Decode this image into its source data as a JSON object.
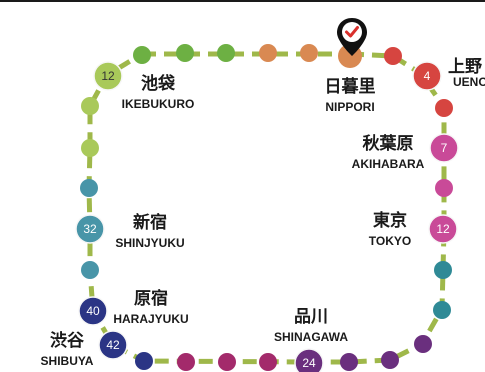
{
  "title": "",
  "colors": {
    "track": "#9fb84a",
    "segments": {
      "light_green": "#a9c95a",
      "green": "#6db043",
      "teal": "#4895a8",
      "navy": "#2b3585",
      "purple": "#6a2f7e",
      "crimson": "#a32a6b",
      "magenta": "#c94a98",
      "red": "#d64540",
      "orange": "#d98952"
    }
  },
  "stations": [
    {
      "jp": "上野",
      "en": "UENO",
      "number": "4"
    },
    {
      "jp": "秋葉原",
      "en": "AKIHABARA",
      "number": "7"
    },
    {
      "jp": "東京",
      "en": "TOKYO",
      "number": "12"
    },
    {
      "jp": "品川",
      "en": "SHINAGAWA",
      "number": "24"
    },
    {
      "jp": "渋谷",
      "en": "SHIBUYA",
      "number": "42"
    },
    {
      "jp": "原宿",
      "en": "HARAJYUKU",
      "number": "40"
    },
    {
      "jp": "新宿",
      "en": "SHINJYUKU",
      "number": "32"
    },
    {
      "jp": "池袋",
      "en": "IKEBUKURO",
      "number": "12"
    },
    {
      "jp": "日暮里",
      "en": "NIPPORI",
      "number": ""
    }
  ],
  "current_location": {
    "station": "NIPPORI",
    "icon": "check-pin-icon"
  }
}
